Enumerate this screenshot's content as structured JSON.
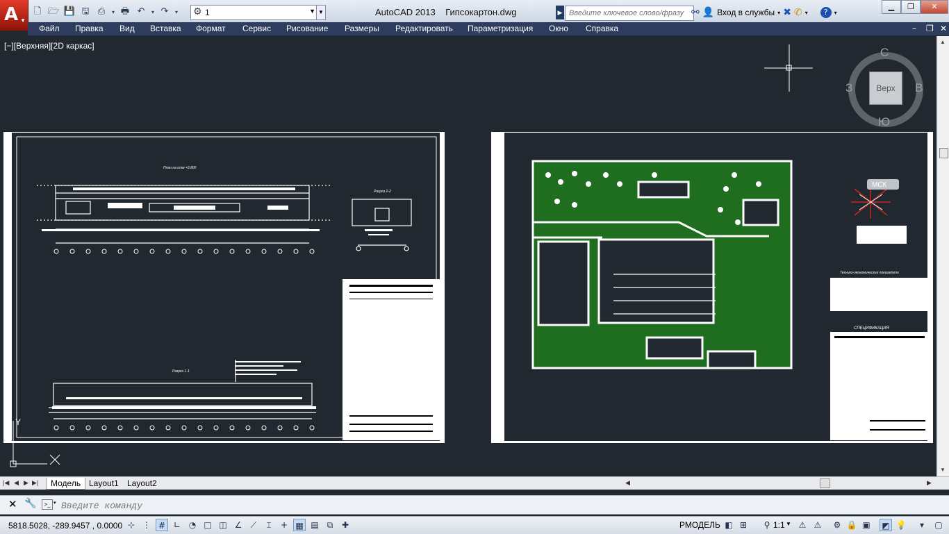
{
  "title_bar": {
    "app_title": "AutoCAD 2013",
    "document_title": "Гипсокартон.dwg",
    "workspace": "1",
    "search_placeholder": "Введите ключевое слово/фразу",
    "signin": "Вход в службы"
  },
  "menu": {
    "items": [
      "Файл",
      "Правка",
      "Вид",
      "Вставка",
      "Формат",
      "Сервис",
      "Рисование",
      "Размеры",
      "Редактировать",
      "Параметризация",
      "Окно",
      "Справка"
    ]
  },
  "viewport": {
    "label": "[−][Верхняя][2D каркас]",
    "viewcube": {
      "face": "Верх",
      "north": "С",
      "south": "Ю",
      "east": "В",
      "west": "З"
    },
    "ucs_label": "МСК"
  },
  "drawing": {
    "sheet1": {
      "plan_title": "План на отм +3.800",
      "section2_title": "Разрез 2-2",
      "section1_title": "Разрез 1-1"
    },
    "sheet2": {
      "tech_indicators": "Технико-экономические показатели",
      "specification": "СПЕЦИФИКАЦИЯ"
    }
  },
  "tabs": {
    "items": [
      "Модель",
      "Layout1",
      "Layout2"
    ],
    "active": "Модель"
  },
  "command": {
    "placeholder": "Введите команду"
  },
  "status": {
    "coords": "5818.5028, -289.9457 , 0.0000",
    "model": "РМОДЕЛЬ",
    "scale": "1:1"
  },
  "colors": {
    "viewport_bg": "#212830",
    "menu_bg": "#2e3c5d",
    "hatch_green": "#1f6e1f",
    "accent_red": "#c8281a"
  }
}
